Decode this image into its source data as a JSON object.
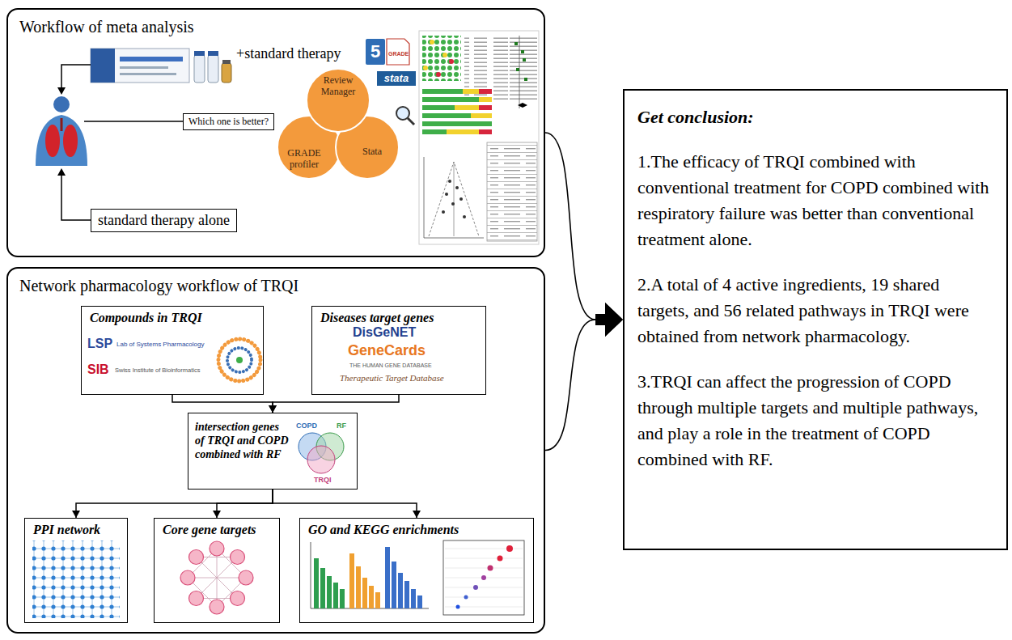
{
  "diagram": {
    "nodes": [
      {
        "text": [
          "Workflow of meta analysis"
        ]
      },
      {
        "text": [
          "Which one is better?"
        ],
        "in": 0
      },
      {
        "text": [
          "standard therapy alone"
        ],
        "in": 0
      },
      {
        "text": [
          "Review Manager"
        ],
        "in": 0
      },
      {
        "text": [
          "GRADE profiler"
        ],
        "in": 0
      },
      {
        "text": [
          "Stata"
        ],
        "in": 0
      },
      {
        "text": [
          "Network pharmacology workflow of TRQI"
        ]
      },
      {
        "text": [
          "Compounds in TRQI"
        ],
        "in": 6
      },
      {
        "text": [
          "Diseases target genes"
        ],
        "in": 6
      },
      {
        "text": [
          "intersection genes of TRQI and COPD combined with RF"
        ],
        "in": 6
      },
      {
        "text": [
          "PPI network"
        ],
        "in": 6
      },
      {
        "text": [
          "Core gene targets"
        ],
        "in": 6
      },
      {
        "text": [
          "GO and KEGG enrichments"
        ],
        "in": 6
      },
      {
        "text": [
          "Get conclusion:",
          "1.The efficacy of TRQI combined with conventional treatment for COPD combined with respiratory failure was better than conventional treatment alone.",
          "2.A total of 4 active ingredients, 19 shared targets, and 56 related pathways in TRQI were obtained from network pharmacology.",
          "3.TRQI can affect the progression of COPD through multiple targets and multiple pathways, and play a role in the treatment of COPD combined with RF."
        ]
      }
    ],
    "edges": [
      {
        "from": 0,
        "to": 13,
        "arrow": "to"
      },
      {
        "from": 6,
        "to": 13,
        "arrow": "to"
      },
      {
        "from": 7,
        "to": 9,
        "arrow": "to"
      },
      {
        "from": 8,
        "to": 9,
        "arrow": "to"
      },
      {
        "from": 9,
        "to": 10,
        "arrow": "to"
      },
      {
        "from": 9,
        "to": 11,
        "arrow": "to"
      },
      {
        "from": 9,
        "to": 12,
        "arrow": "to"
      }
    ],
    "labels": [
      "+standard therapy",
      "5",
      "GRADE",
      "stata",
      "LSP",
      "Lab of Systems Pharmacology",
      "SIB",
      "Swiss Institute of Bioinformatics",
      "DisGeNET",
      "GeneCards",
      "THE HUMAN GENE DATABASE",
      "Therapeutic Target Database",
      "COPD",
      "RF",
      "TRQI"
    ]
  }
}
